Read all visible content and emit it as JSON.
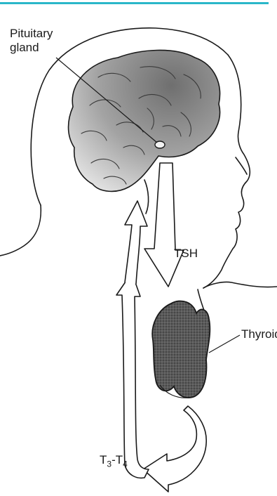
{
  "colors": {
    "accent_rule": "#2ab7c9",
    "line": "#1a1a1a",
    "brain_fill": "#8c8c8c",
    "thyroid_fill": "#4a4a4a"
  },
  "labels": {
    "pituitary": "Pituitary gland",
    "tsh": "TSH",
    "thyroid": "Thyroid",
    "t3t4_prefix": "T",
    "t3_sub": "3",
    "t3t4_dash": "-T",
    "t4_sub": "4"
  },
  "icons": {
    "head": "head-profile-icon",
    "brain": "brain-icon",
    "pituitary": "pituitary-gland-icon",
    "thyroid": "thyroid-gland-icon",
    "tsh_arrow": "down-arrow-icon",
    "feedback_arrow": "feedback-loop-arrow-icon"
  }
}
